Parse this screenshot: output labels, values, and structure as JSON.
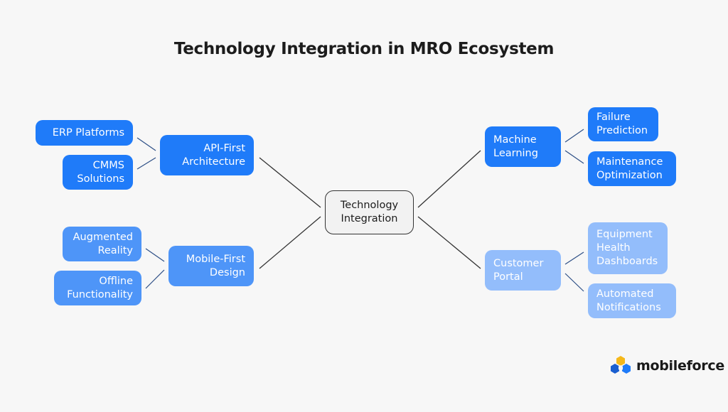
{
  "title": "Technology Integration in MRO Ecosystem",
  "center": {
    "line1": "Technology",
    "line2": "Integration"
  },
  "left": {
    "api_first": {
      "line1": "API-First",
      "line2": "Architecture",
      "children": [
        {
          "line1": "ERP Platforms"
        },
        {
          "line1": "CMMS",
          "line2": "Solutions"
        }
      ]
    },
    "mobile_first": {
      "line1": "Mobile-First",
      "line2": "Design",
      "children": [
        {
          "line1": "Augmented",
          "line2": "Reality"
        },
        {
          "line1": "Offline",
          "line2": "Functionality"
        }
      ]
    }
  },
  "right": {
    "machine_learning": {
      "line1": "Machine",
      "line2": "Learning",
      "children": [
        {
          "line1": "Failure",
          "line2": "Prediction"
        },
        {
          "line1": "Maintenance",
          "line2": "Optimization"
        }
      ]
    },
    "customer_portal": {
      "line1": "Customer",
      "line2": "Portal",
      "children": [
        {
          "line1": "Equipment",
          "line2": "Health",
          "line3": "Dashboards"
        },
        {
          "line1": "Automated",
          "line2": "Notifications"
        }
      ]
    }
  },
  "logo": {
    "text": "mobileforce"
  },
  "colors": {
    "dark": "#1f7bf9",
    "mid": "#4e95f8",
    "light": "#93bdfb",
    "background": "#f7f7f7"
  }
}
